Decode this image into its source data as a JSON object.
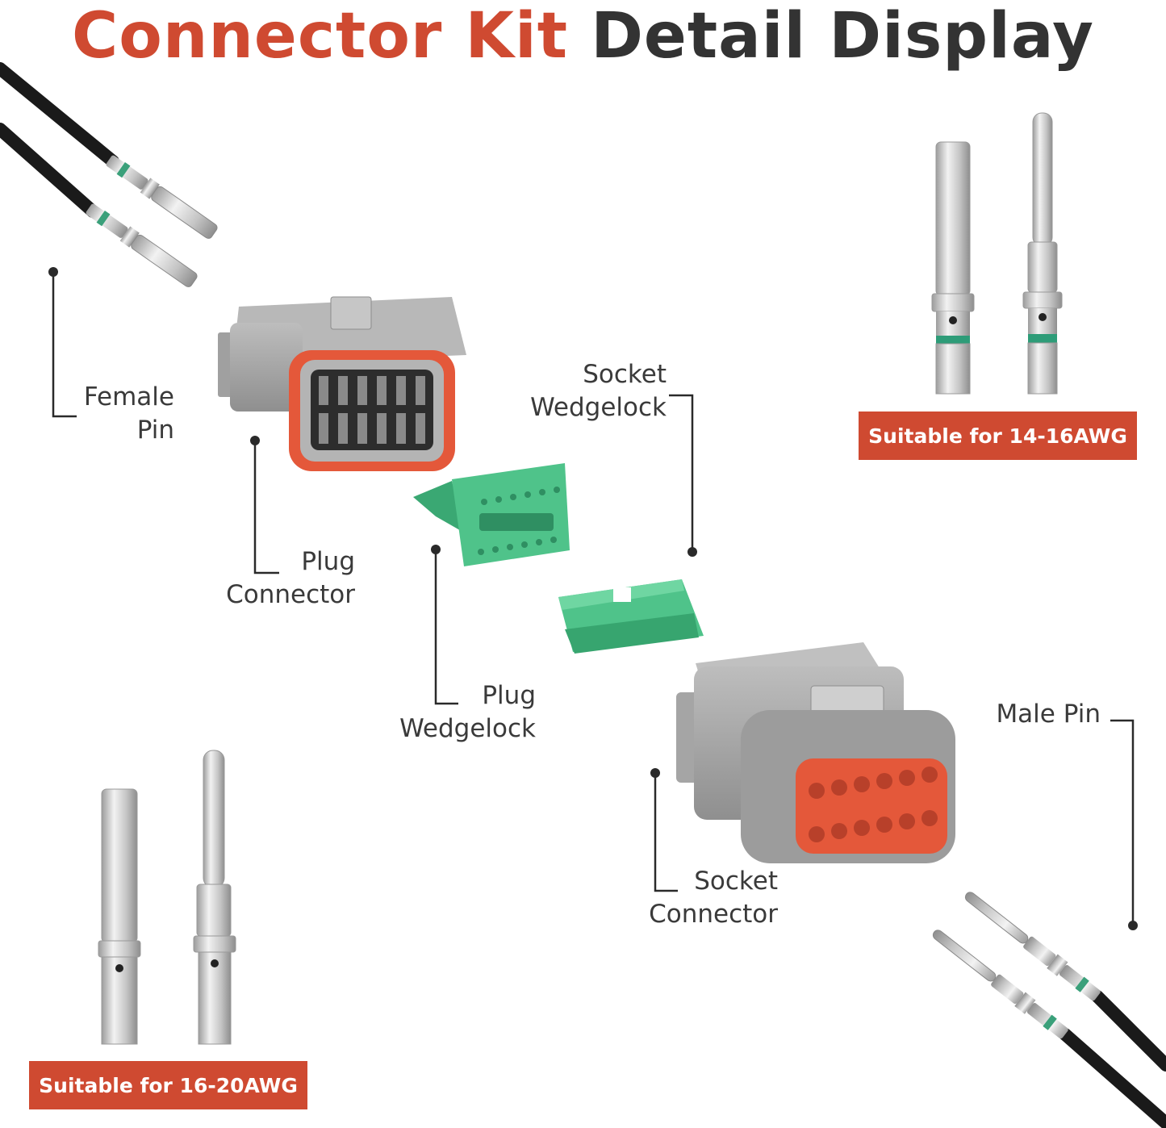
{
  "title": {
    "part1": "Connector Kit",
    "part2": "Detail Display"
  },
  "labels": {
    "female_pin": [
      "Female",
      "Pin"
    ],
    "plug_connector": [
      "Plug",
      "Connector"
    ],
    "socket_wedgelock": [
      "Socket",
      "Wedgelock"
    ],
    "plug_wedgelock": [
      "Plug",
      "Wedgelock"
    ],
    "male_pin": "Male Pin",
    "socket_connector": [
      "Socket",
      "Connector"
    ]
  },
  "badges": {
    "awg_14_16": "Suitable for 14-16AWG",
    "awg_16_20": "Suitable for 16-20AWG"
  },
  "colors": {
    "accent": "#cf4a31",
    "text": "#333333",
    "connector_gray": "#a9a9a9",
    "seal_orange": "#e4583a",
    "wedgelock_green": "#4fc38a",
    "pin_silver": "#c8c8c8"
  }
}
